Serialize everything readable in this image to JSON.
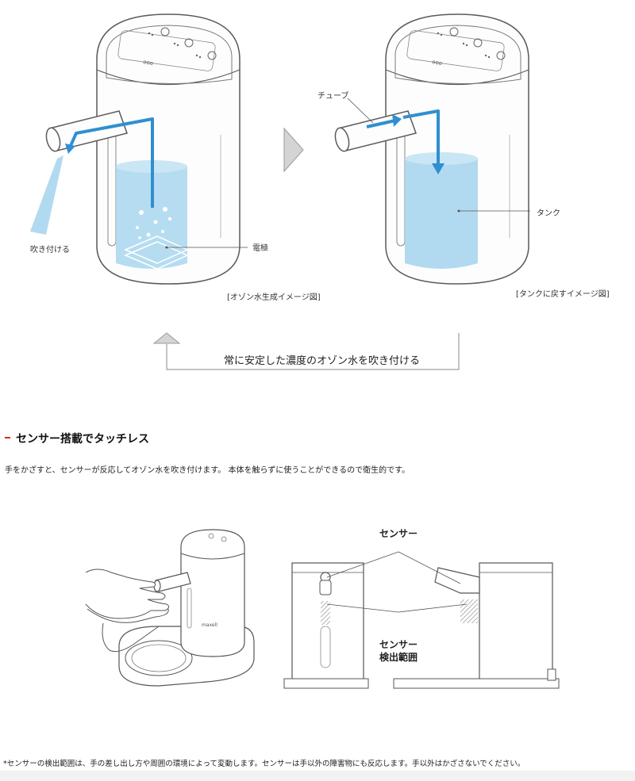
{
  "diagram_ozone": {
    "label_spray": "吹き付ける",
    "label_electrode": "電極",
    "caption": "[オゾン水生成イメージ図]"
  },
  "diagram_tank": {
    "label_tube": "チューブ",
    "label_tank": "タンク",
    "caption": "[タンクに戻すイメージ図]"
  },
  "flow": {
    "text": "常に安定した濃度のオゾン水を吹き付ける"
  },
  "section": {
    "title": "センサー搭載でタッチレス",
    "body": "手をかざすと、センサーが反応してオゾン水を吹き付けます。 本体を触らずに使うことができるので衛生的です。"
  },
  "sensor_diagram": {
    "label_sensor": "センサー",
    "label_range_line1": "センサー",
    "label_range_line2": "検出範囲"
  },
  "footnote": "*センサーの検出範囲は、手の差し出し方や周囲の環境によって変動します。センサーは手以外の障害物にも反応します。手以外はかざさないでください。",
  "colors": {
    "arrow_blue": "#2f8fd0",
    "water_blue": "#a9d6ee",
    "outline": "#5a5a5a",
    "accent_red": "#d62a1e"
  }
}
